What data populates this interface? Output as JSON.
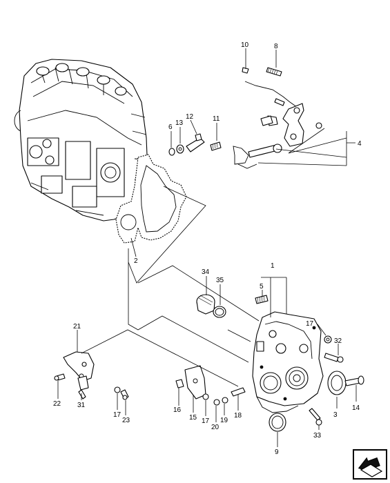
{
  "callouts": {
    "c1": "1",
    "c2": "2",
    "c3": "3",
    "c4": "4",
    "c5": "5",
    "c6": "6",
    "c8": "8",
    "c9": "9",
    "c10": "10",
    "c11": "11",
    "c12": "12",
    "c13": "13",
    "c14": "14",
    "c15": "15",
    "c16": "16",
    "c17a": "17",
    "c17b": "17",
    "c17c": "17",
    "c18": "18",
    "c19": "19",
    "c20": "20",
    "c21": "21",
    "c22": "22",
    "c23": "23",
    "c31": "31",
    "c32": "32",
    "c33": "33",
    "c34": "34",
    "c35": "35"
  },
  "navigation": {
    "icon": "next-page-arrow-icon"
  }
}
